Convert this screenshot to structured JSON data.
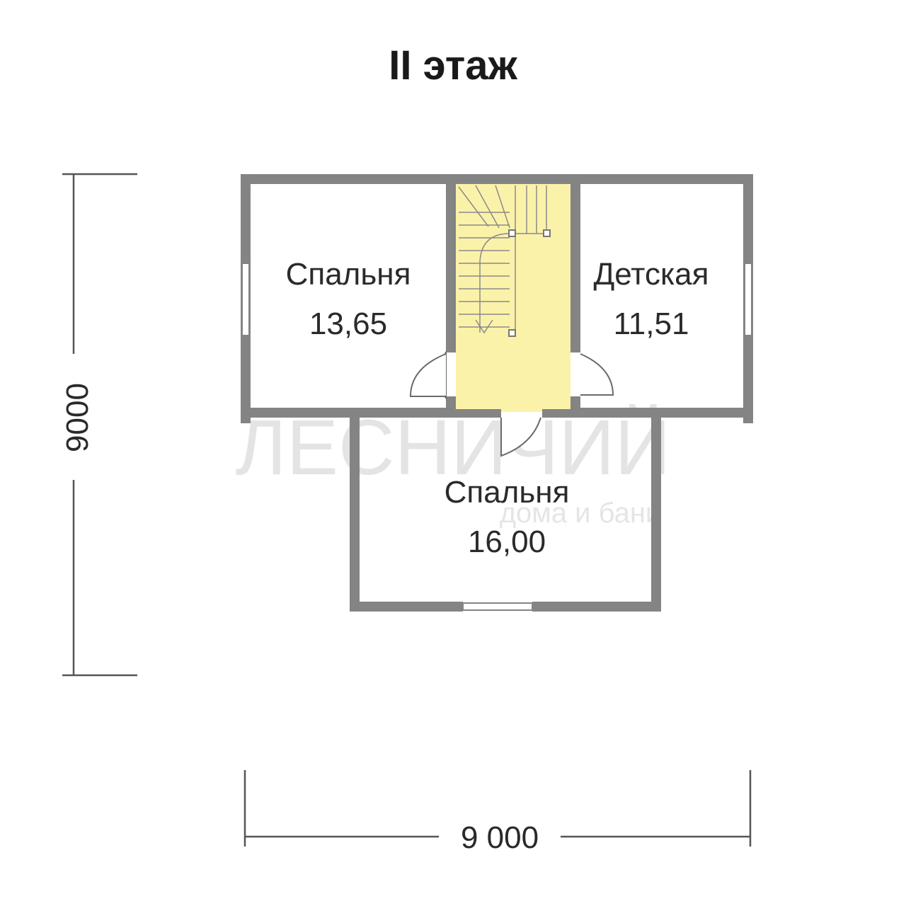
{
  "title": "II этаж",
  "rooms": [
    {
      "name": "Спальня",
      "area": "13,65"
    },
    {
      "name": "Детская",
      "area": "11,51"
    },
    {
      "name": "Спальня",
      "area": "16,00"
    }
  ],
  "dimensions": {
    "height": "9000",
    "width": "9 000"
  },
  "watermark": {
    "brand": "ЛЕСНИЧИЙ",
    "tagline": "дома и бани"
  },
  "colors": {
    "wall": "#848484",
    "stair": "#fbf2aa",
    "dim_line": "#555555"
  }
}
